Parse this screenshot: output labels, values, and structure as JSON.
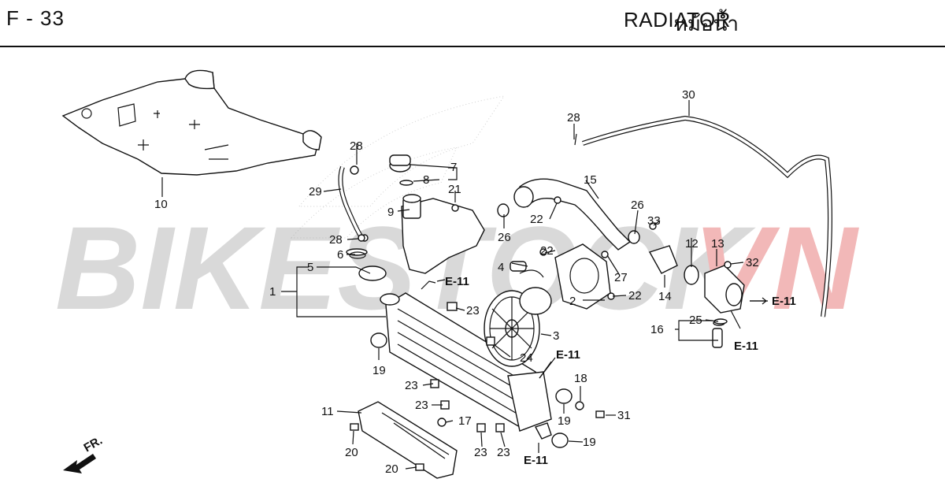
{
  "header": {
    "page_code": "F - 33",
    "title_th": "หม้อน้ำ",
    "title_en": "RADIATOR"
  },
  "watermark": {
    "text_main": "BIKESTOCK",
    "text_accent": "VN",
    "main_color": "#d9d9d9",
    "accent_color": "#f2b8b8"
  },
  "direction": {
    "label": "FR."
  },
  "refs": {
    "e11": "E-11"
  },
  "callouts": [
    "1",
    "2",
    "3",
    "4",
    "5",
    "6",
    "7",
    "8",
    "9",
    "10",
    "11",
    "12",
    "13",
    "14",
    "15",
    "16",
    "17",
    "18",
    "19",
    "20",
    "21",
    "22",
    "23",
    "24",
    "25",
    "26",
    "27",
    "28",
    "29",
    "30",
    "31",
    "32",
    "33"
  ]
}
